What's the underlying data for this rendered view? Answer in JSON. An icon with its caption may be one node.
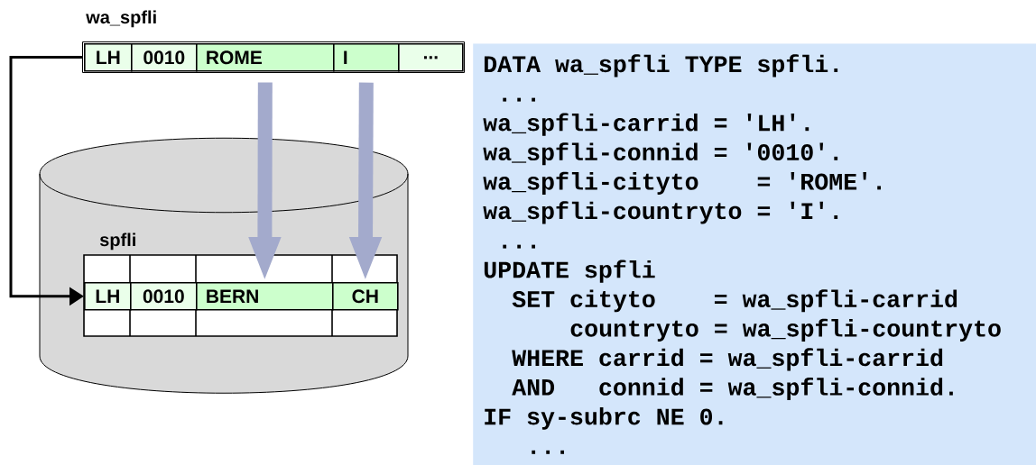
{
  "diagram": {
    "nodes": [
      {
        "text": [
          "wa_spfli"
        ]
      },
      {
        "text": [
          "LH"
        ],
        "in": 0
      },
      {
        "text": [
          "0010"
        ],
        "in": 0
      },
      {
        "text": [
          "ROME"
        ],
        "in": 0
      },
      {
        "text": [
          "I"
        ],
        "in": 0
      },
      {
        "text": [
          "..."
        ],
        "in": 0
      },
      {
        "text": [],
        "shape": "cylinder"
      },
      {
        "text": [
          "spfli"
        ],
        "in": 6
      },
      {
        "text": [
          "LH"
        ],
        "in": 7
      },
      {
        "text": [
          "0010"
        ],
        "in": 7
      },
      {
        "text": [
          "BERN"
        ],
        "in": 7
      },
      {
        "text": [
          "CH"
        ],
        "in": 7
      },
      {
        "text": [
          "DATA wa_spfli TYPE spfli.",
          "...",
          "wa_spfli-carrid = 'LH'.",
          "wa_spfli-connid = '0010'.",
          "wa_spfli-cityto    = 'ROME'.",
          "wa_spfli-countryto = 'I'.",
          "...",
          "UPDATE spfli",
          "SET cityto    = wa_spfli-carrid",
          "countryto = wa_spfli-countryto",
          "WHERE carrid = wa_spfli-carrid",
          "AND   connid = wa_spfli-connid.",
          "IF sy-subrc NE 0.",
          "..."
        ]
      }
    ],
    "edges": [
      {
        "from": 0,
        "to": 8,
        "arrow": "to",
        "color": "#000000"
      },
      {
        "from": 3,
        "to": 10,
        "arrow": "to"
      },
      {
        "from": 4,
        "to": 11,
        "arrow": "to"
      }
    ]
  }
}
